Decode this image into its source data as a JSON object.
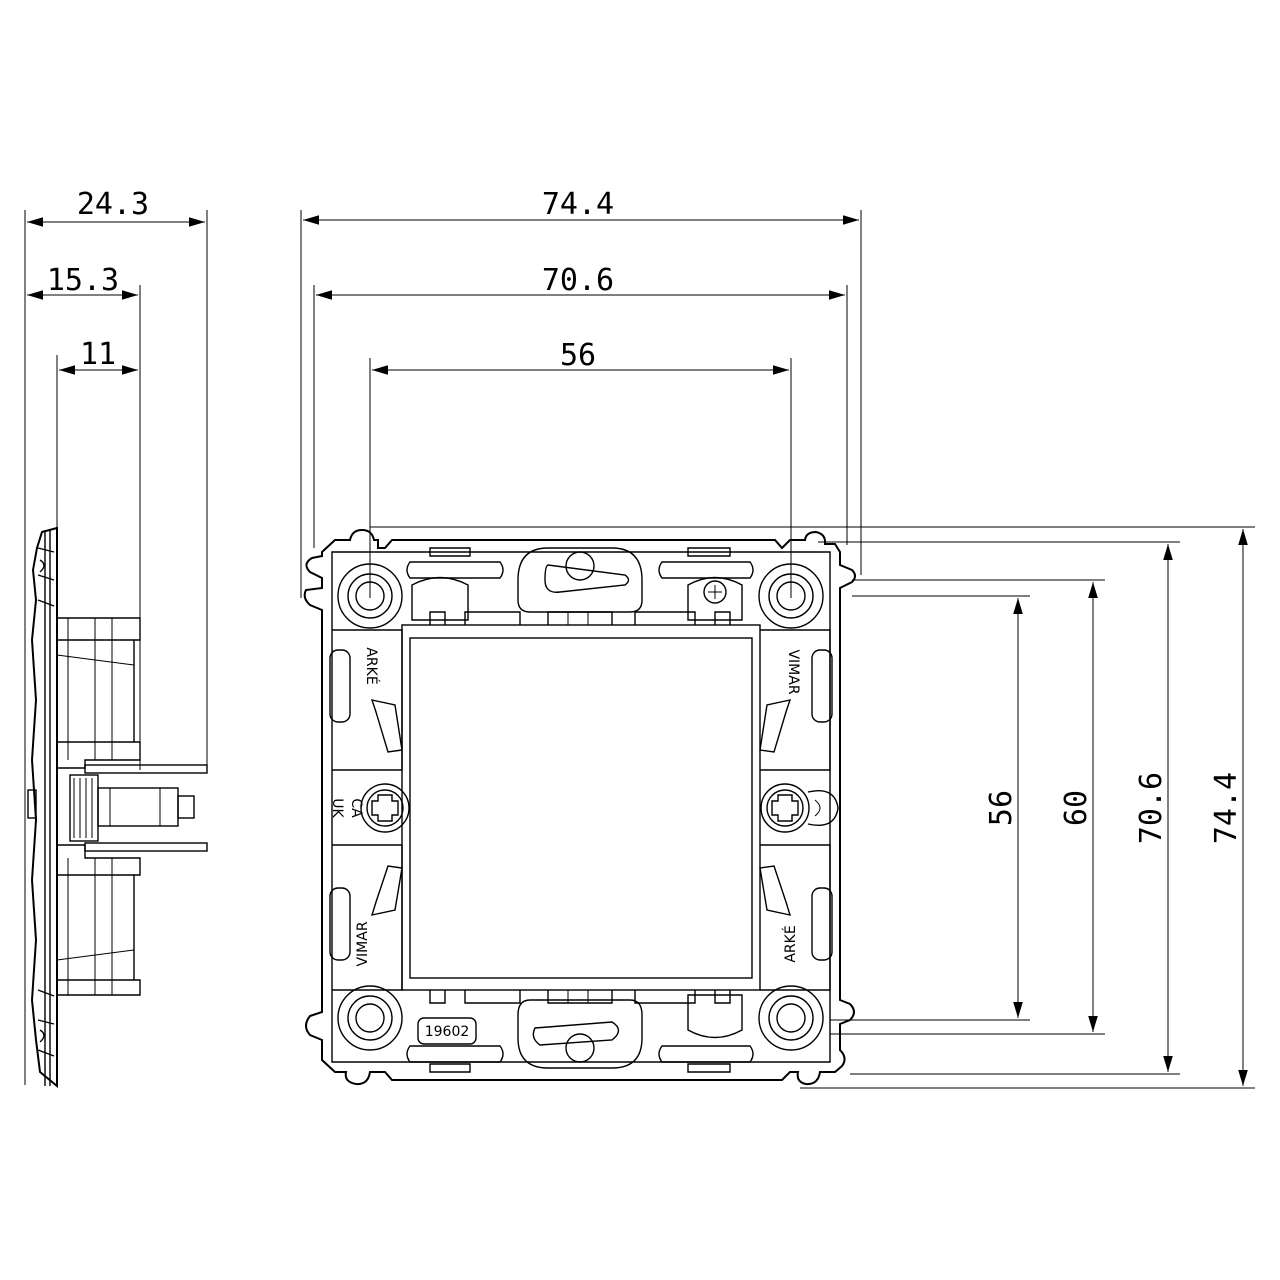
{
  "dimensions": {
    "side_overall_depth": "24.3",
    "side_mid_depth": "15.3",
    "side_inner_depth": "11",
    "front_overall_width": "74.4",
    "front_outer_width": "70.6",
    "front_hole_spacing_width": "56",
    "front_hole_spacing_height": "56",
    "front_aperture_height": "60",
    "front_outer_height": "70.6",
    "front_overall_height": "74.4"
  },
  "markings": {
    "brand_top_right": "VIMAR",
    "brand_bottom_left": "VIMAR",
    "series_top_left": "ARKÉ",
    "series_bottom_right": "ARKÉ",
    "cert_uk": "UK",
    "cert_ca": "CA",
    "part_number": "19602"
  },
  "colors": {
    "line": "#000000",
    "background": "#ffffff"
  }
}
